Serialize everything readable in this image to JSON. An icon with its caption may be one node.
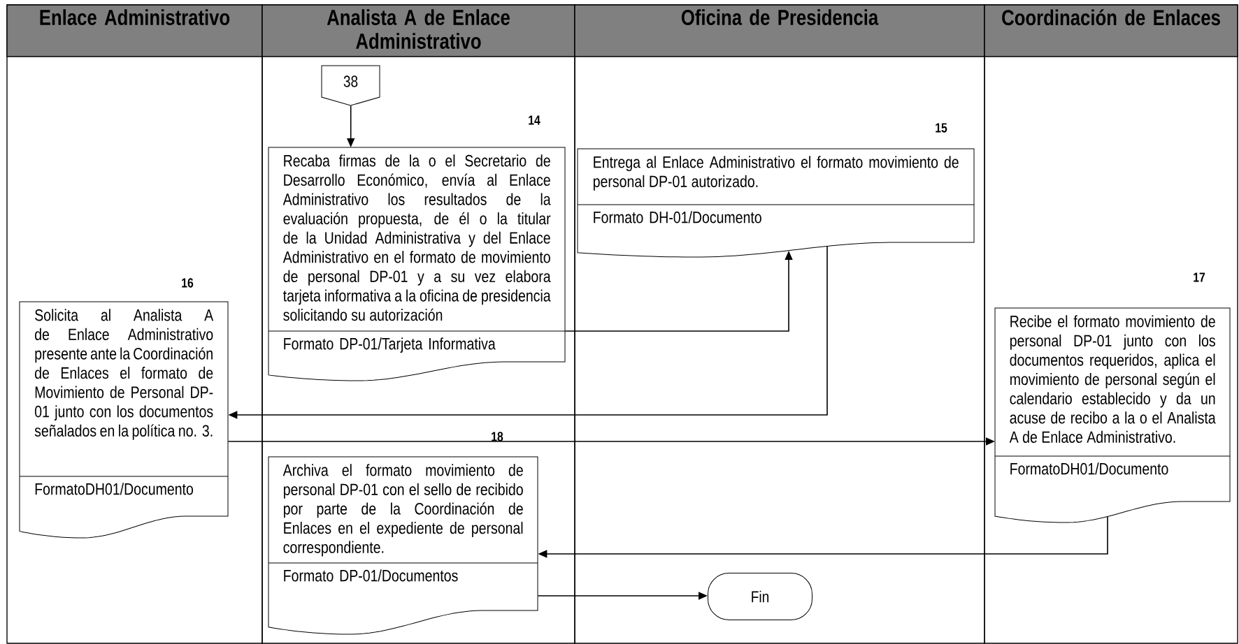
{
  "diagram": {
    "nodes": [
      {
        "text": [
          "Enlace Administrativo"
        ]
      },
      {
        "text": [
          "Analista A de Enlace Administrativo"
        ]
      },
      {
        "text": [
          "Oficina de Presidencia"
        ]
      },
      {
        "text": [
          "Coordinación de Enlaces"
        ]
      },
      {
        "text": [
          "38"
        ],
        "in": 1
      },
      {
        "text": [
          "Recaba firmas de la o el Secretario de Desarrollo Económico, envía al Enlace Administrativo los resultados de la evaluación propuesta, de él o la titular de la Unidad Administrativa y del Enlace Administrativo en el formato de movimiento de personal DP-01 y a su vez elabora tarjeta informativa a la oficina de presidencia solicitando su autorización",
          "Formato DP-01/Tarjeta Informativa"
        ],
        "beside": [
          "14"
        ],
        "in": 1
      },
      {
        "text": [
          "Entrega al Enlace Administrativo el formato movimiento de personal DP-01 autorizado.",
          "Formato DH-01/Documento"
        ],
        "beside": [
          "15"
        ],
        "in": 2
      },
      {
        "text": [
          "Solicita al Analista A de Enlace Administrativo presente ante la Coordinación de Enlaces el formato de Movimiento de Personal DP-01 junto con los documentos señalados en la política no. 3.",
          "FormatoDH01/Documento"
        ],
        "beside": [
          "16"
        ],
        "in": 0
      },
      {
        "text": [
          "Recibe el formato movimiento de personal DP-01 junto con los documentos requeridos, aplica el movimiento de personal según el calendario establecido y da un acuse de recibo a la o el Analista A de Enlace Administrativo.",
          "FormatoDH01/Documento"
        ],
        "beside": [
          "17"
        ],
        "in": 3
      },
      {
        "text": [
          "Archiva el formato movimiento de personal DP-01 con el sello de recibido por parte de la Coordinación de Enlaces en el expediente de personal correspondiente.",
          "Formato DP-01/Documentos"
        ],
        "beside": [
          "18"
        ],
        "in": 1
      },
      {
        "text": [
          "Fin"
        ],
        "in": 2
      }
    ],
    "edges": [
      {
        "from": 4,
        "to": 5,
        "arrow": "to"
      },
      {
        "from": 5,
        "to": 6,
        "arrow": "to"
      },
      {
        "from": 6,
        "to": 7,
        "arrow": "to"
      },
      {
        "from": 7,
        "to": 8,
        "arrow": "to"
      },
      {
        "from": 8,
        "to": 9,
        "arrow": "to"
      },
      {
        "from": 9,
        "to": 10,
        "arrow": "to"
      }
    ]
  }
}
